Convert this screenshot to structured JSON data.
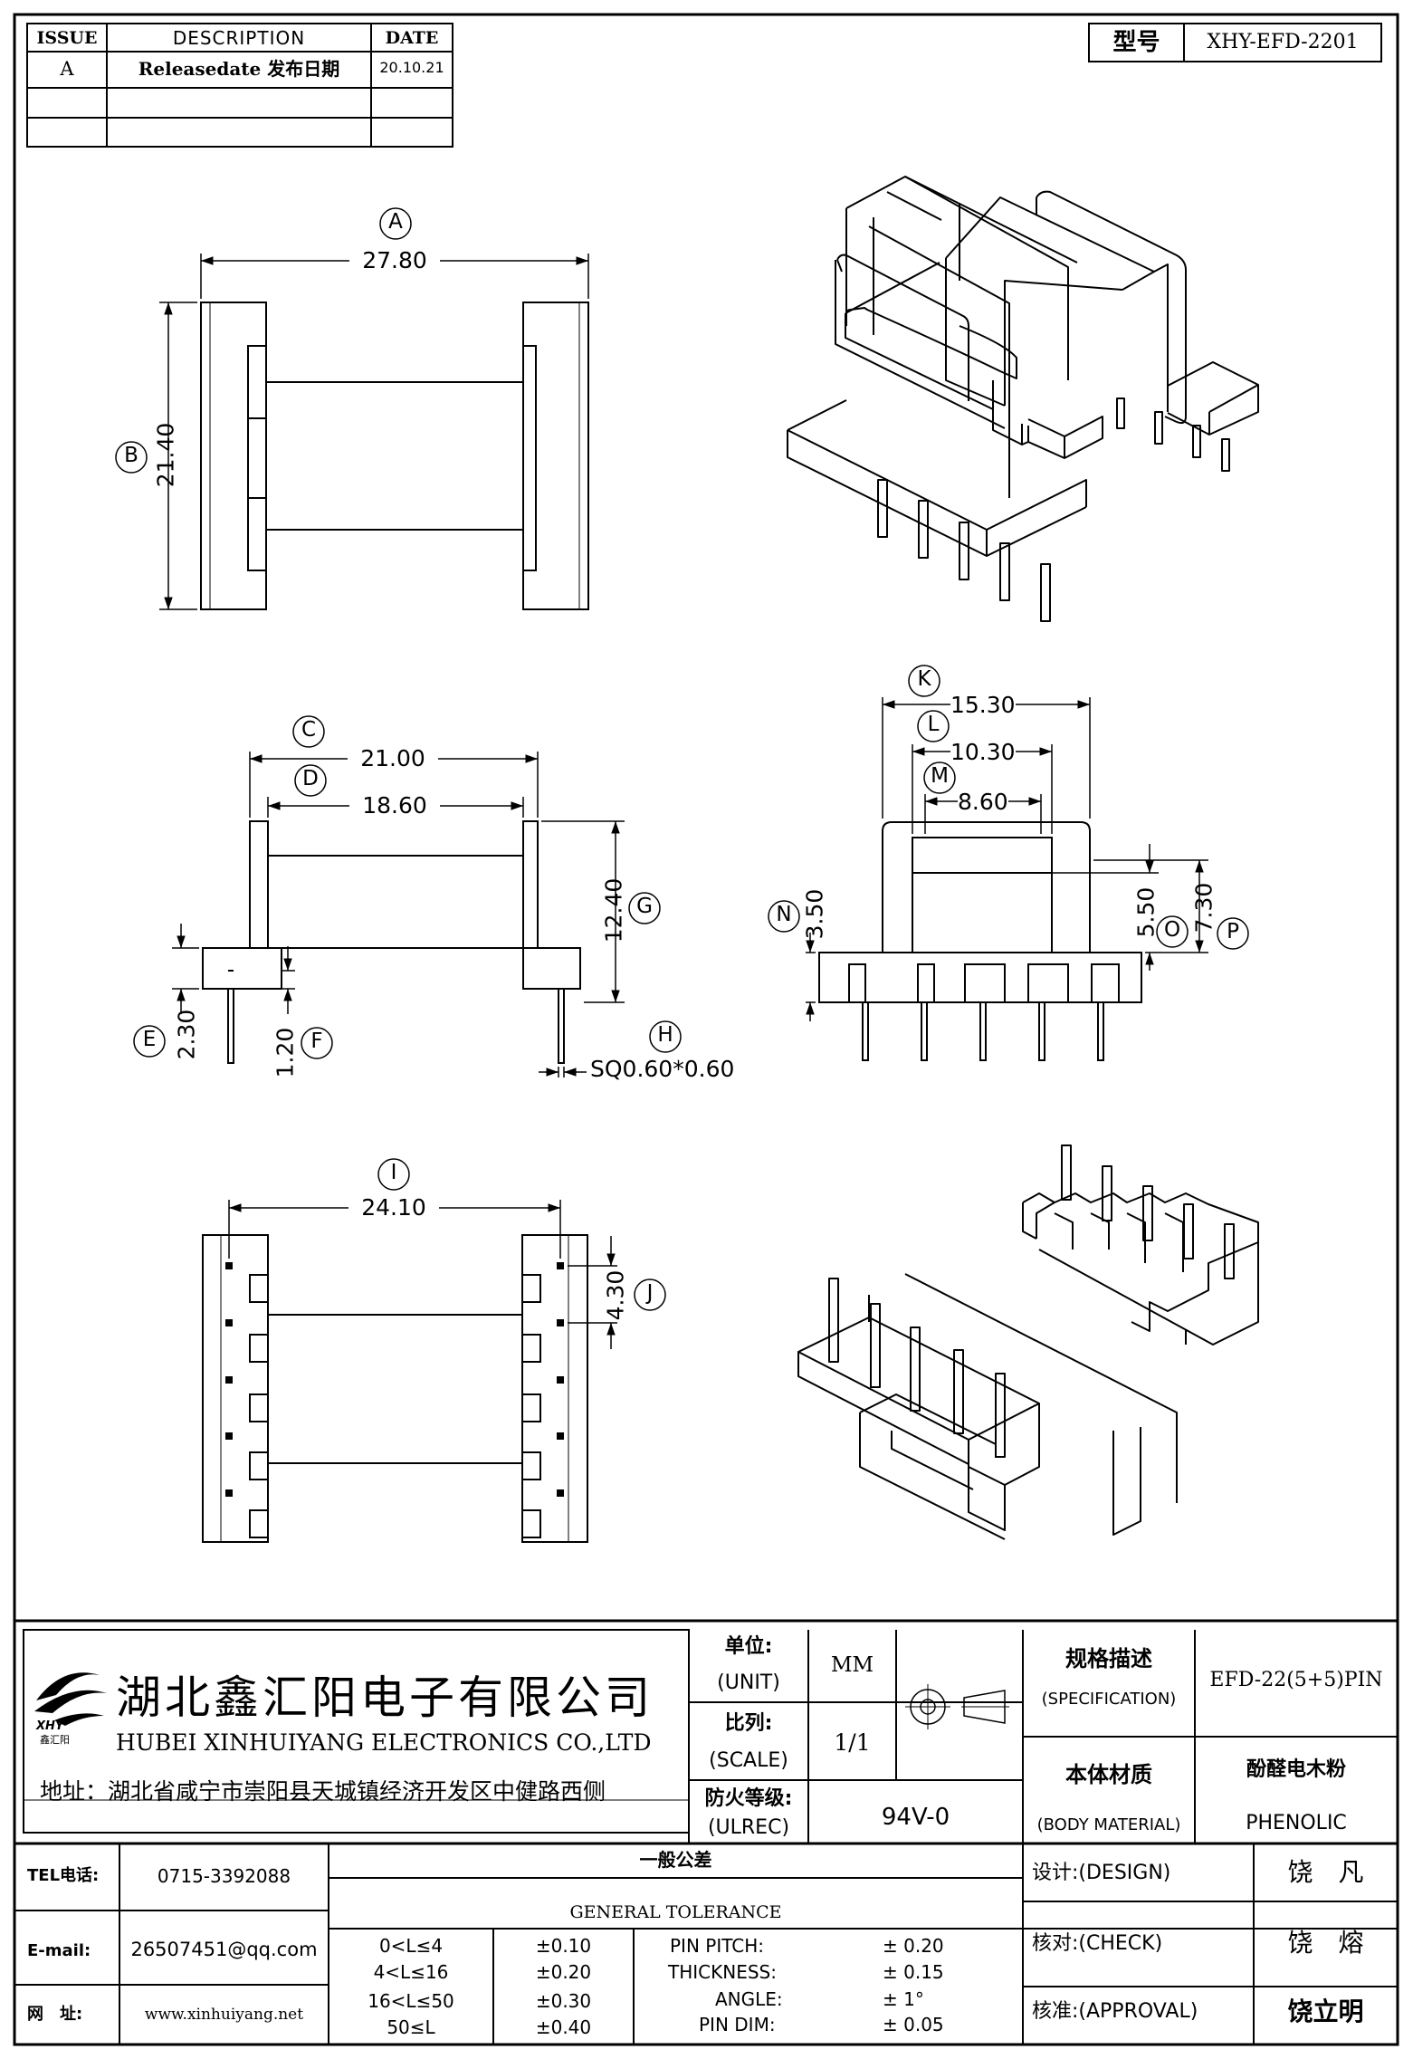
{
  "revision_table": {
    "headers": {
      "issue": "ISSUE",
      "description": "DESCRIPTION",
      "date": "DATE"
    },
    "rows": [
      {
        "issue": "A",
        "description": "Releasedate 发布日期",
        "date": "20.10.21"
      }
    ]
  },
  "model": {
    "label": "型号",
    "value": "XHY-EFD-2201"
  },
  "dimensions": {
    "A": {
      "letter": "A",
      "value": "27.80"
    },
    "B": {
      "letter": "B",
      "value": "21.40"
    },
    "C": {
      "letter": "C",
      "value": "21.00"
    },
    "D": {
      "letter": "D",
      "value": "18.60"
    },
    "E": {
      "letter": "E",
      "value": "2.30"
    },
    "F": {
      "letter": "F",
      "value": "1.20"
    },
    "G": {
      "letter": "G",
      "value": "12.40"
    },
    "H": {
      "letter": "H",
      "value": "SQ0.60*0.60"
    },
    "I": {
      "letter": "I",
      "value": "24.10"
    },
    "J": {
      "letter": "J",
      "value": "4.30"
    },
    "K": {
      "letter": "K",
      "value": "15.30"
    },
    "L": {
      "letter": "L",
      "value": "10.30"
    },
    "M": {
      "letter": "M",
      "value": "8.60"
    },
    "N": {
      "letter": "N",
      "value": "3.50"
    },
    "O": {
      "letter": "O",
      "value": "5.50"
    },
    "P": {
      "letter": "P",
      "value": "7.30"
    }
  },
  "company": {
    "logo_text": "XHY",
    "logo_sub": "鑫汇阳",
    "name_cn": "湖北鑫汇阳电子有限公司",
    "name_en": "HUBEI XINHUIYANG ELECTRONICS CO.,LTD",
    "address": "地址：湖北省咸宁市崇阳县天城镇经济开发区中健路西侧"
  },
  "title_block": {
    "unit_cn": "单位:",
    "unit_en": "(UNIT)",
    "unit_value": "MM",
    "scale_cn": "比列:",
    "scale_en": "(SCALE)",
    "scale_value": "1/1",
    "ulrec_cn": "防火等级:",
    "ulrec_en": "(ULREC)",
    "ulrec_value": "94V-0",
    "spec_cn": "规格描述",
    "spec_en": "(SPECIFICATION)",
    "spec_value": "EFD-22(5+5)PIN",
    "material_cn": "本体材质",
    "material_en": "(BODY MATERIAL)",
    "material_cn_value": "酚醛电木粉",
    "material_en_value": "PHENOLIC"
  },
  "contact": {
    "tel_label": "TEL电话:",
    "tel": "0715-3392088",
    "email_label": "E-mail:",
    "email": "26507451@qq.com",
    "web_label": "网　址:",
    "web": "www.xinhuiyang.net"
  },
  "tolerance": {
    "title_cn": "一般公差",
    "title_en": "GENERAL TOLERANCE",
    "ranges": [
      {
        "range": "0<L≤4",
        "tol": "±0.10"
      },
      {
        "range": "4<L≤16",
        "tol": "±0.20"
      },
      {
        "range": "16<L≤50",
        "tol": "±0.30"
      },
      {
        "range": "50≤L",
        "tol": "±0.40"
      }
    ],
    "specs": [
      {
        "name": "PIN PITCH:",
        "tol": "±  0.20"
      },
      {
        "name": "THICKNESS:",
        "tol": "±  0.15"
      },
      {
        "name": "ANGLE:",
        "tol": "±  1°"
      },
      {
        "name": "PIN DIM:",
        "tol": "±  0.05"
      }
    ]
  },
  "signoff": {
    "design_label": "设计:(DESIGN)",
    "design_name": "饶　凡",
    "check_label": "核对:(CHECK)",
    "check_name": "饶　熔",
    "approval_label": "核准:(APPROVAL)",
    "approval_name": "饶立明"
  }
}
